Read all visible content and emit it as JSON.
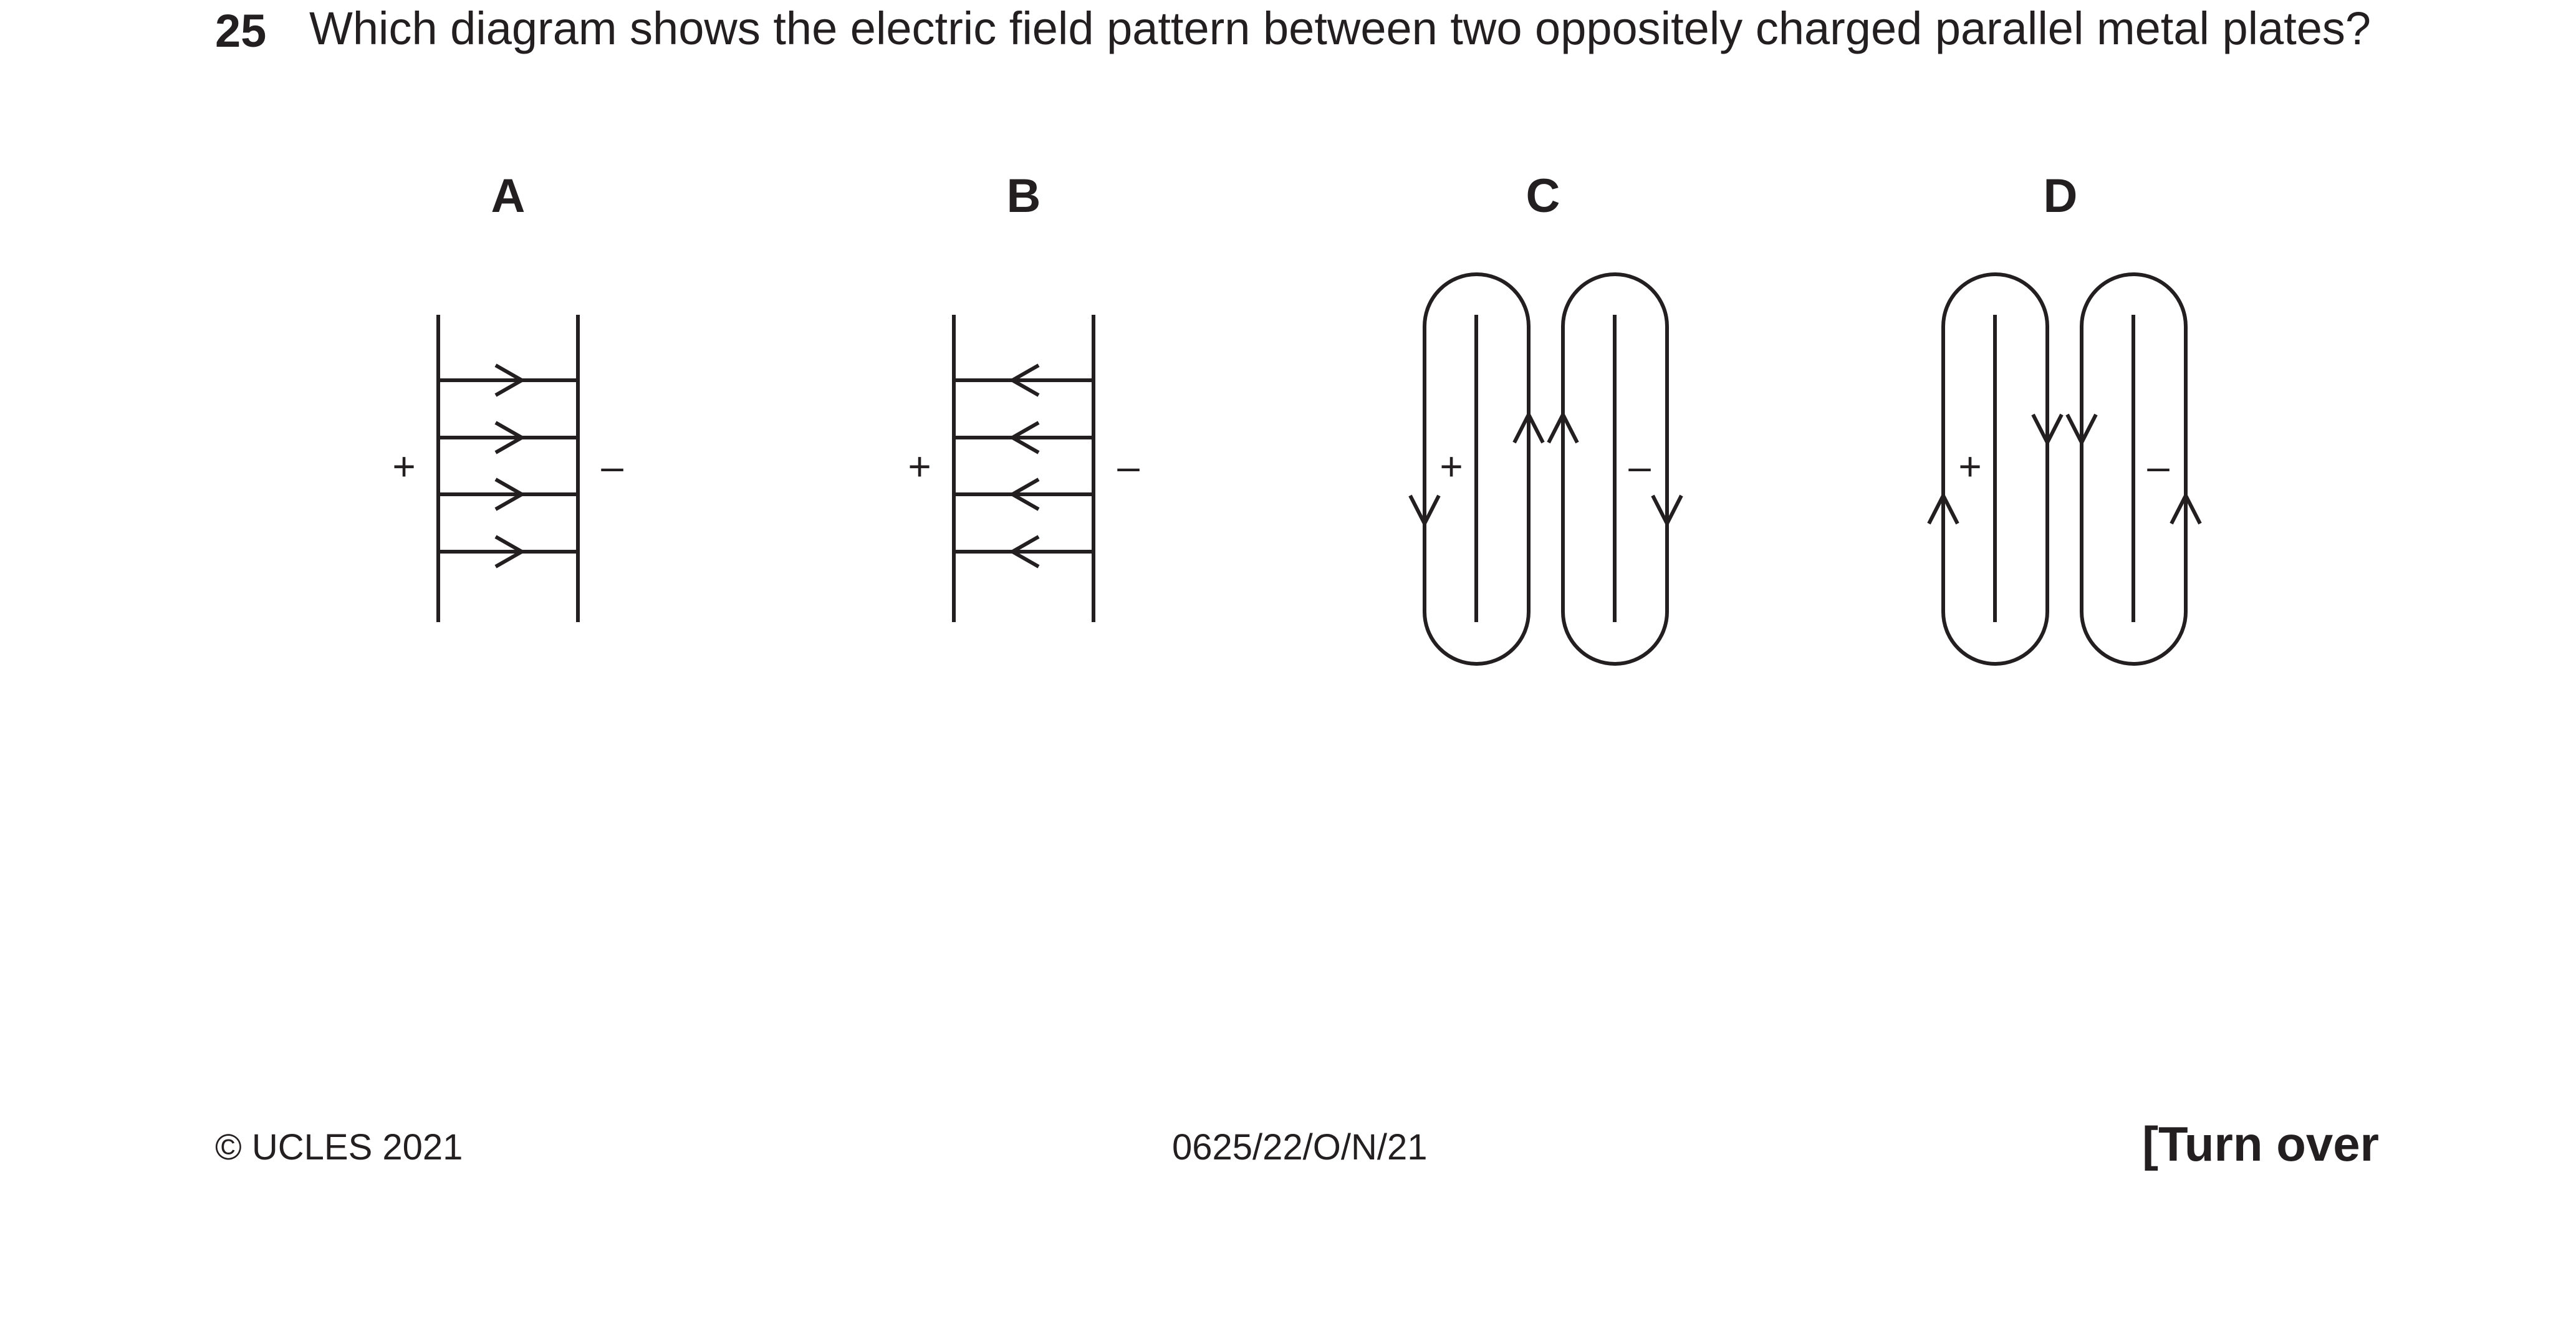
{
  "question": {
    "number": "25",
    "text": "Which diagram shows the electric field pattern between two oppositely charged parallel metal plates?"
  },
  "options": [
    {
      "label": "A",
      "plus": "+",
      "minus": "–"
    },
    {
      "label": "B",
      "plus": "+",
      "minus": "–"
    },
    {
      "label": "C",
      "plus": "+",
      "minus": "–"
    },
    {
      "label": "D",
      "plus": "+",
      "minus": "–"
    }
  ],
  "footer": {
    "copyright": "© UCLES 2021",
    "code": "0625/22/O/N/21",
    "turn_over": "[Turn over"
  }
}
